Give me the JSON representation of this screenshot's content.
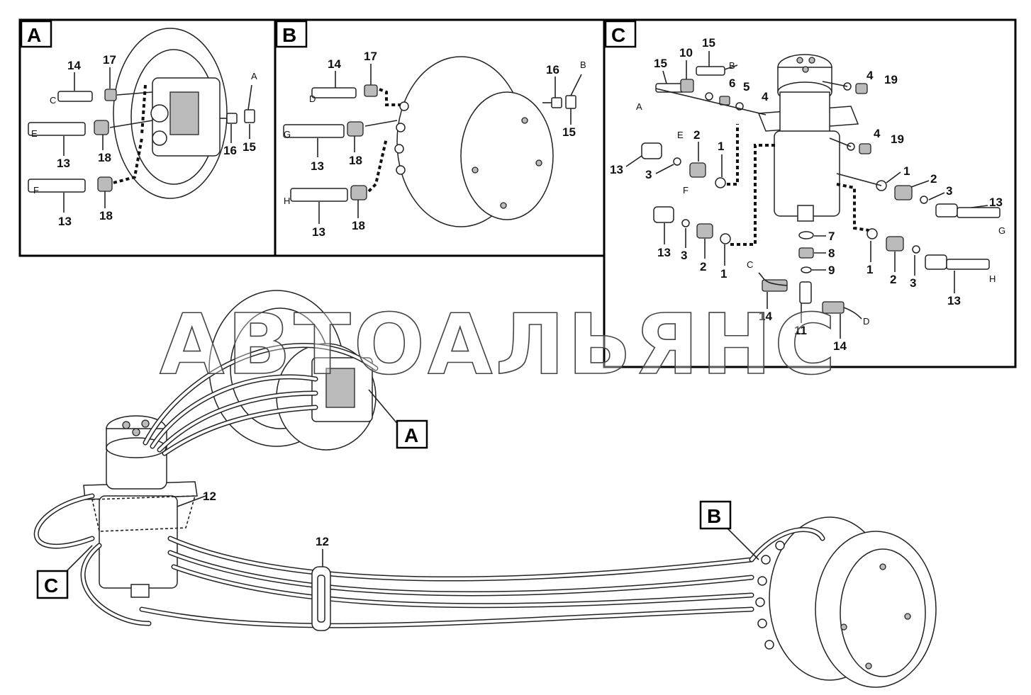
{
  "views": {
    "a": {
      "letter": "A"
    },
    "b": {
      "letter": "B"
    },
    "c": {
      "letter": "C"
    }
  },
  "main_callouts": {
    "a": "A",
    "b": "B",
    "c": "C"
  },
  "watermark": "АВТОАЛЬЯНС",
  "view_a": {
    "n14": "14",
    "n17": "17",
    "n13a": "13",
    "n18a": "18",
    "n13b": "13",
    "n18b": "18",
    "n16": "16",
    "n15": "15",
    "pA": "A",
    "pC": "C",
    "pE": "E",
    "pF": "F"
  },
  "view_b": {
    "n14": "14",
    "n17": "17",
    "n13a": "13",
    "n18a": "18",
    "n13b": "13",
    "n18b": "18",
    "n16": "16",
    "n15": "15",
    "pB": "B",
    "pD": "D",
    "pG": "G",
    "pH": "H"
  },
  "view_c": {
    "n15a": "15",
    "n10": "10",
    "n15b": "15",
    "n6": "6",
    "n5": "5",
    "n4a": "4",
    "n4b": "4",
    "n19a": "19",
    "n4c": "4",
    "n19b": "19",
    "n2a": "2",
    "n1a": "1",
    "n13a": "13",
    "n3a": "3",
    "n1b": "1",
    "n2b": "2",
    "n3b": "3",
    "n13b": "13",
    "n13c": "13",
    "n3c": "3",
    "n2c": "2",
    "n1c": "1",
    "n7": "7",
    "n8": "8",
    "n9": "9",
    "n1d": "1",
    "n2d": "2",
    "n3d": "3",
    "n13d": "13",
    "n14a": "14",
    "n11": "11",
    "n14b": "14",
    "pA": "A",
    "pB": "B",
    "pE": "E",
    "pF": "F",
    "pG": "G",
    "pH": "H",
    "pC": "C",
    "pD": "D"
  },
  "main": {
    "n12a": "12",
    "n12b": "12"
  }
}
